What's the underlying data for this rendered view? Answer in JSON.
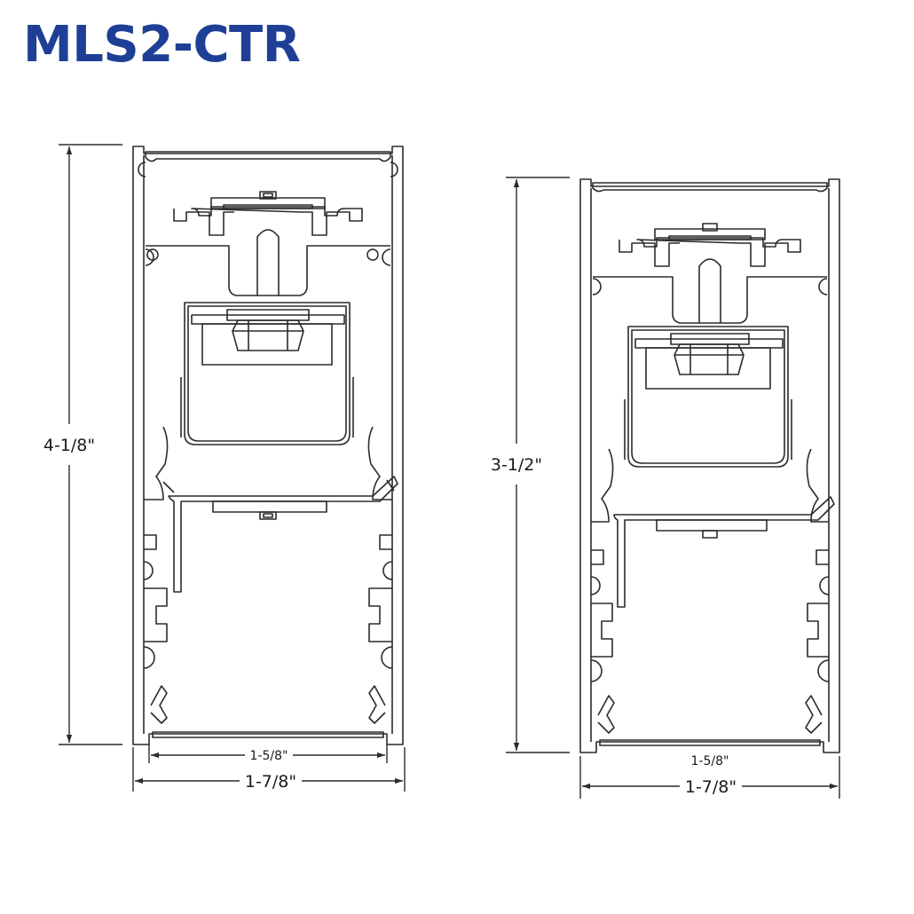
{
  "title": "MLS2-CTR",
  "colors": {
    "title": "#1f3f97",
    "line": "#2b2b2b"
  },
  "left_profile": {
    "height_label": "4-1/8\"",
    "inner_width_label": "1-5/8\"",
    "outer_width_label": "1-7/8\""
  },
  "right_profile": {
    "height_label": "3-1/2\"",
    "inner_width_label": "1-5/8\"",
    "outer_width_label": "1-7/8\""
  }
}
